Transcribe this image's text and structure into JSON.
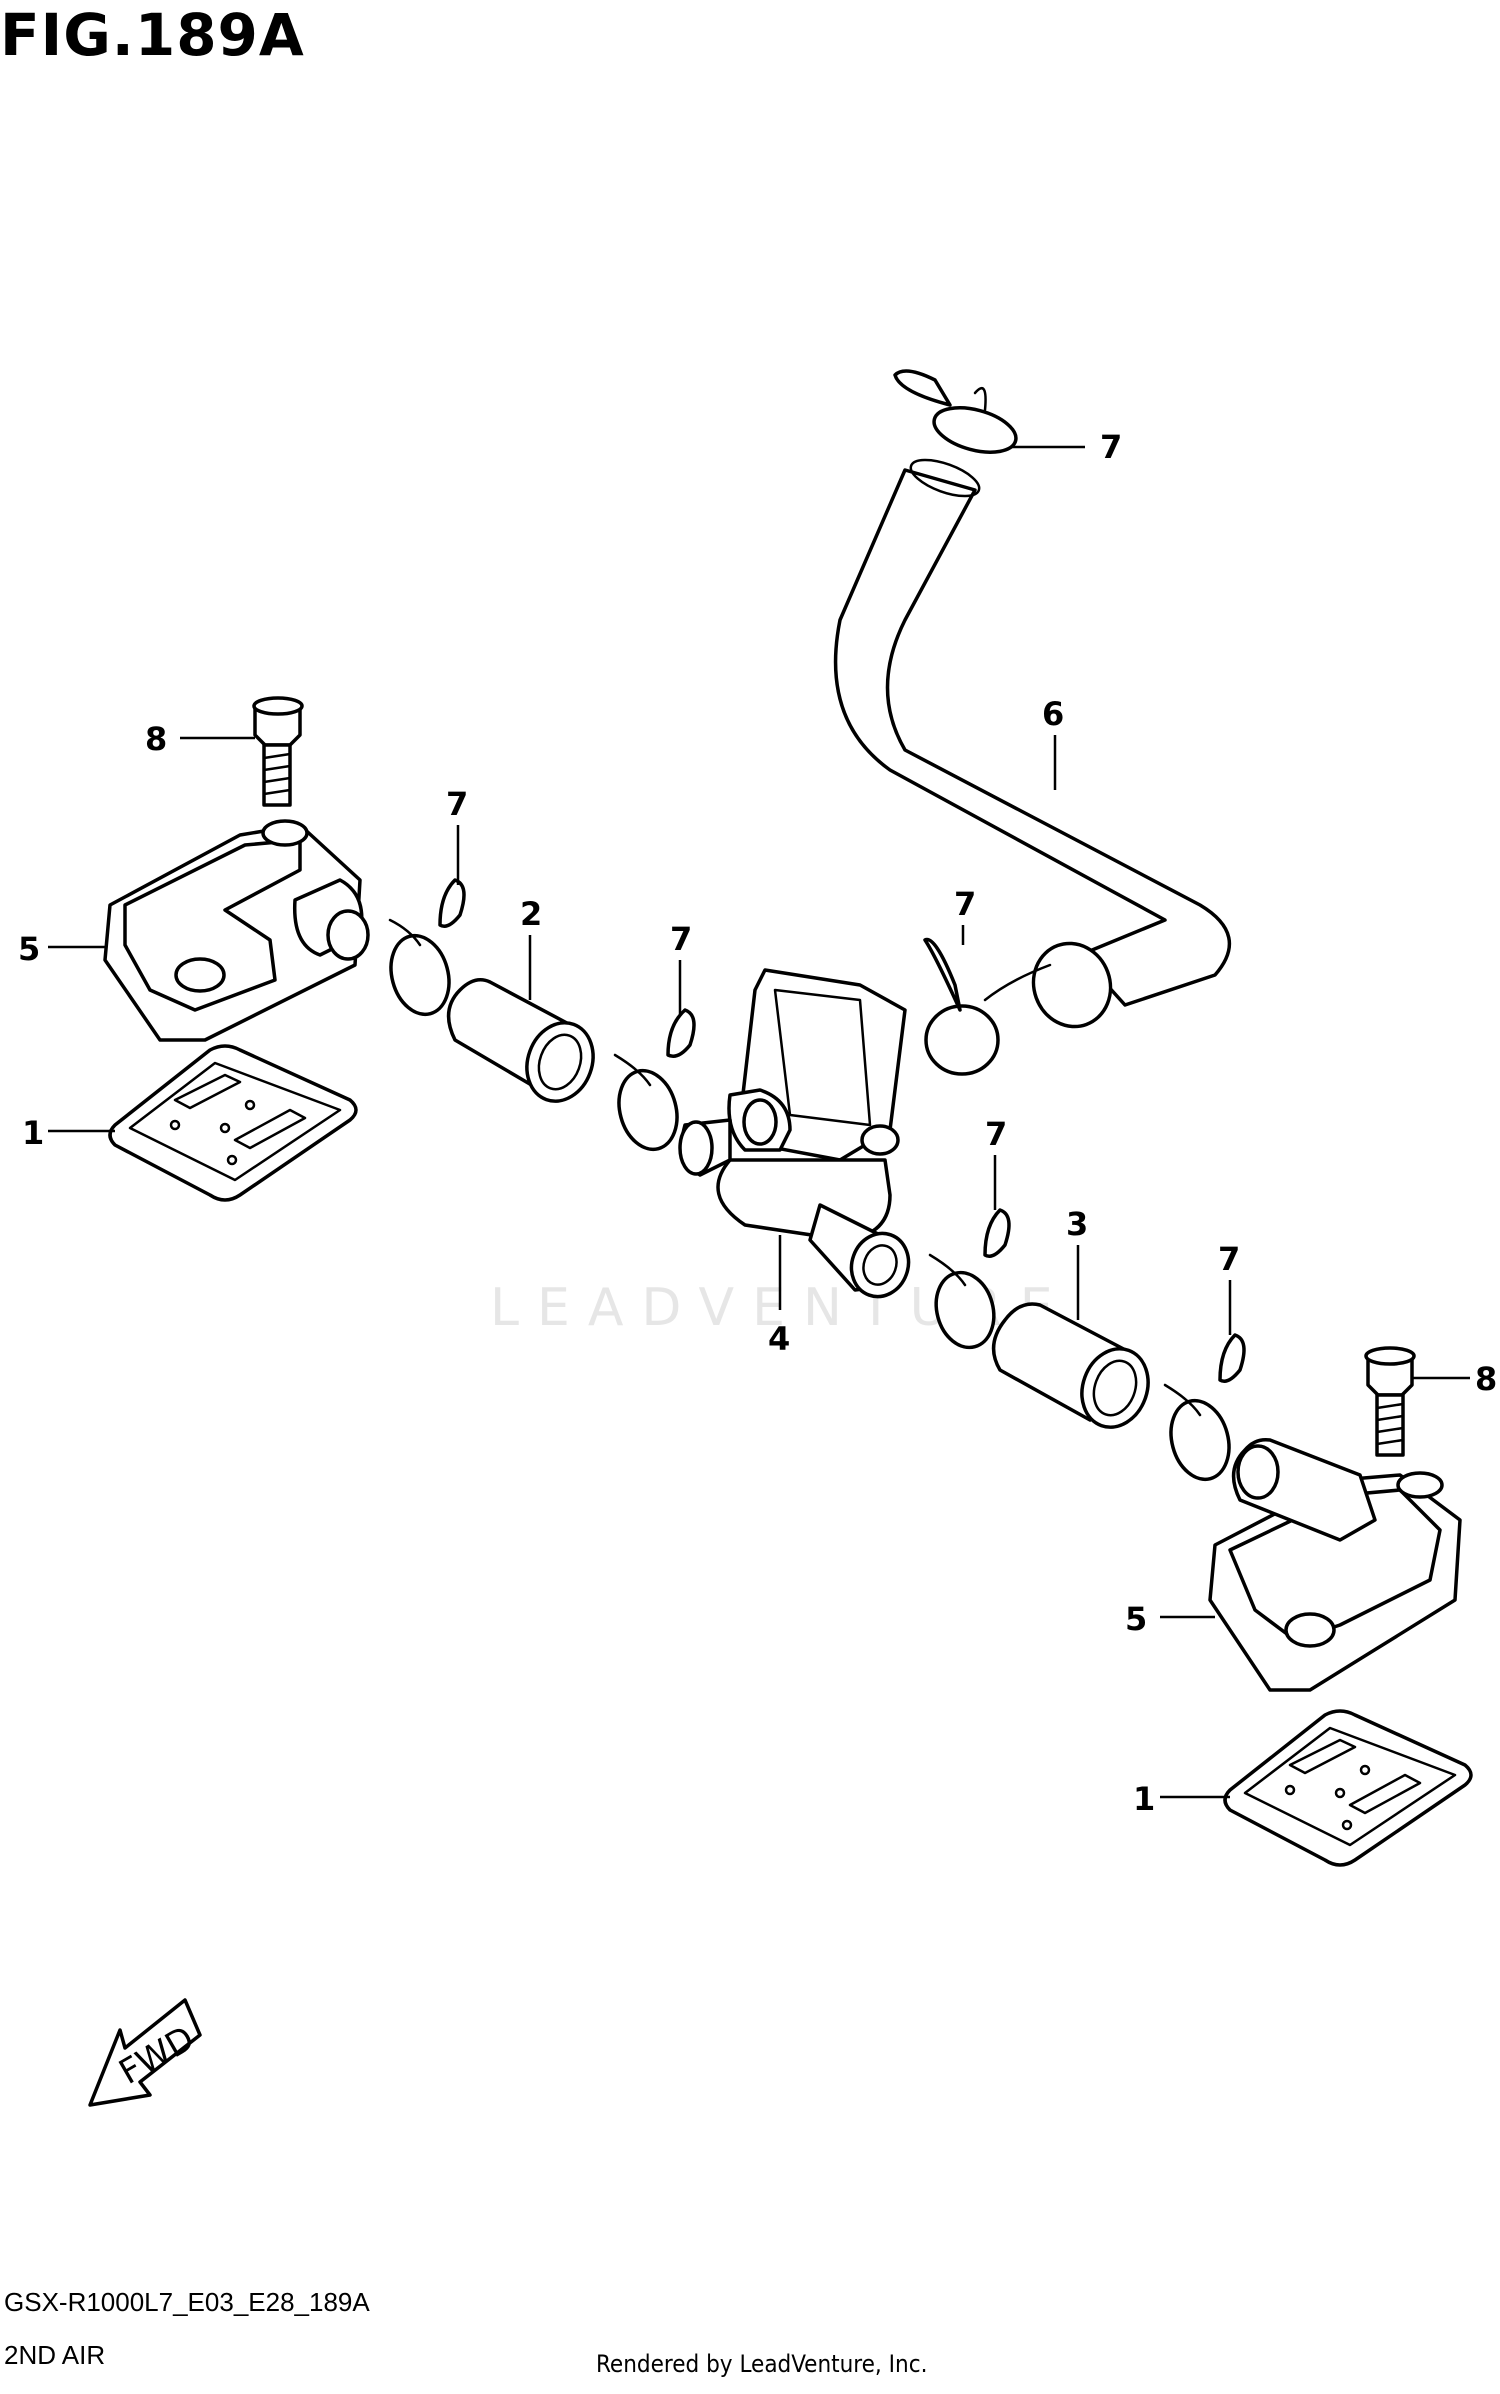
{
  "figure": {
    "title": "FIG.189A",
    "code": "GSX-R1000L7_E03_E28_189A",
    "name": "2ND AIR",
    "credit": "Rendered by LeadVenture, Inc.",
    "watermark": "LEADVENTURE"
  },
  "direction_label": "FWD",
  "callouts": {
    "c1a": "1",
    "c1b": "1",
    "c2": "2",
    "c3": "3",
    "c4": "4",
    "c5a": "5",
    "c5b": "5",
    "c6": "6",
    "c7a": "7",
    "c7b": "7",
    "c7c": "7",
    "c7d": "7",
    "c7e": "7",
    "c7f": "7",
    "c8a": "8",
    "c8b": "8"
  }
}
